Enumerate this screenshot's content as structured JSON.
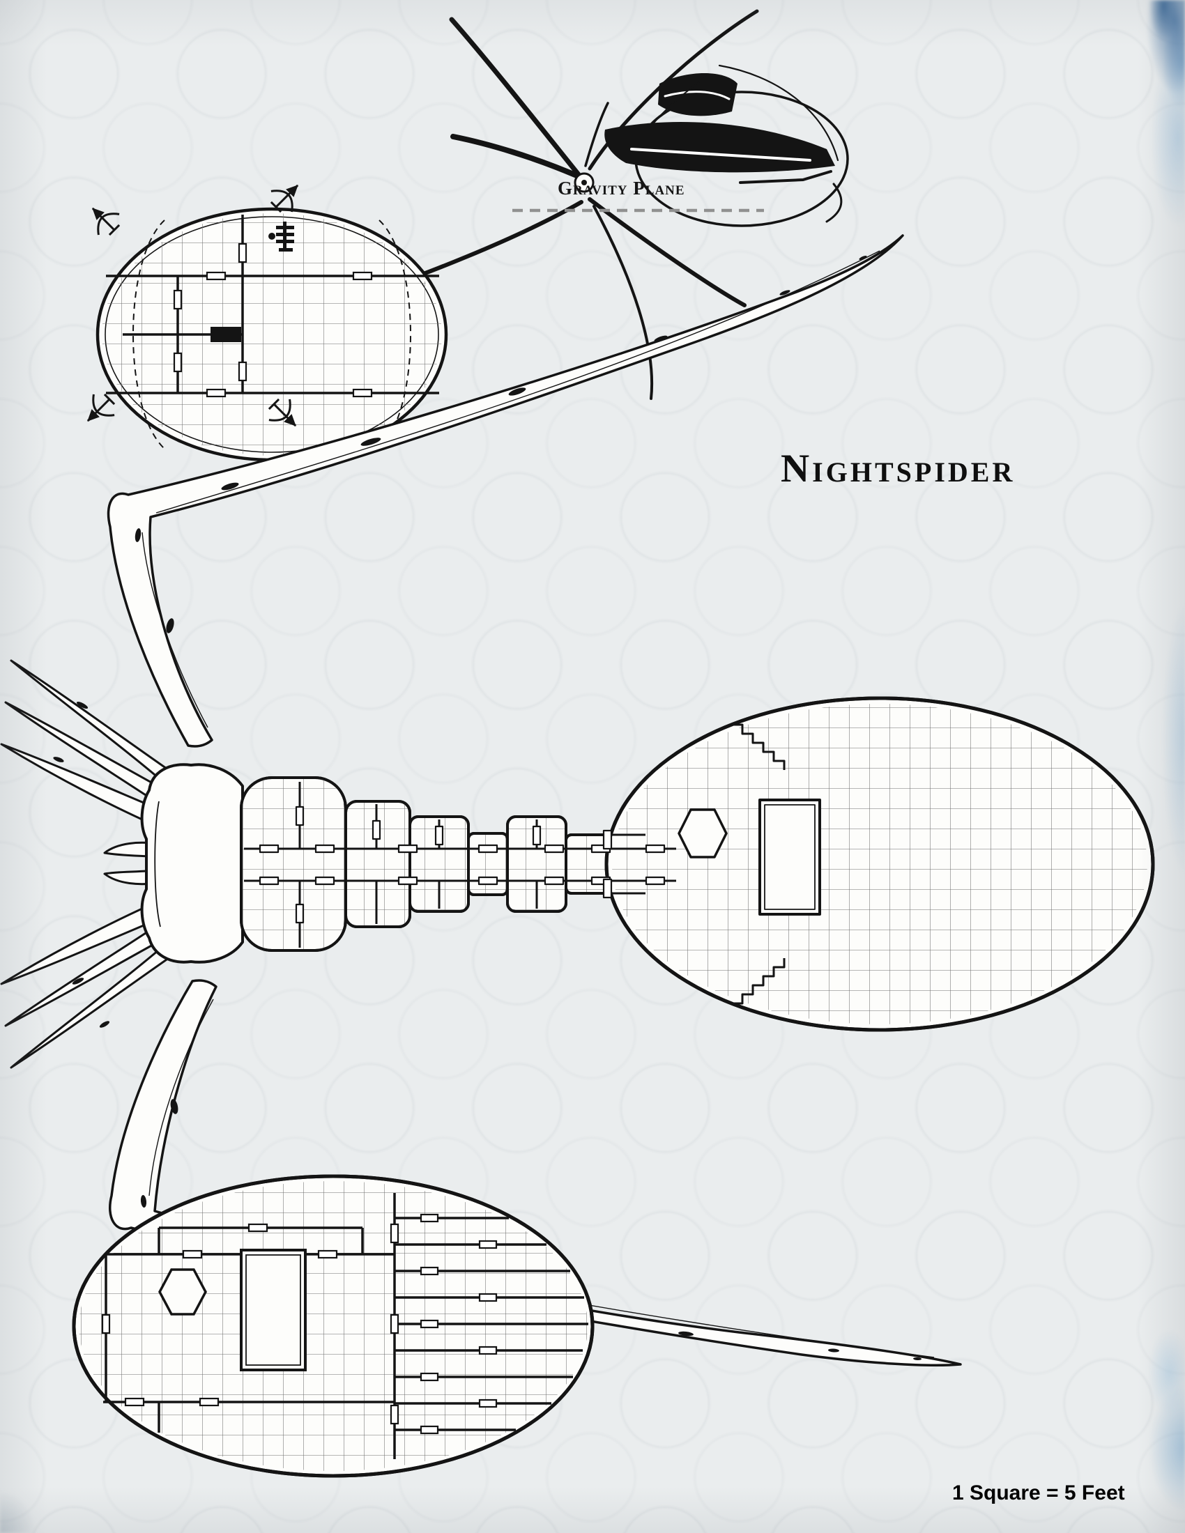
{
  "labels": {
    "title": "Nightspider",
    "gravity_plane": "Gravity Plane",
    "scale": "1 Square = 5 Feet"
  },
  "colors": {
    "background": "#eaedee",
    "paper": "#fdfdfb",
    "ink": "#141414",
    "grid_line": "#6f6f6f",
    "gravity_dashed_line": "#909090",
    "watercolor_blue": "#7fb2d8"
  },
  "icons": {
    "ballista": "ballista-icon",
    "helm_loom": "helm-loom-icon",
    "helm_hexagon": "hexagon-helm-icon"
  }
}
